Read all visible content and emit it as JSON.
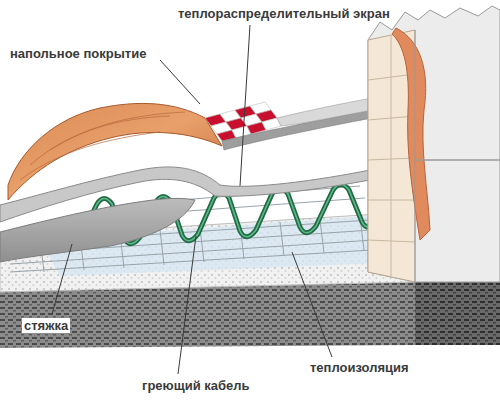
{
  "diagram": {
    "labels": [
      "теплораспределительный экран",
      "напольное покрытие",
      "стяжка",
      "греющий кабель",
      "теплоизоляция"
    ]
  }
}
